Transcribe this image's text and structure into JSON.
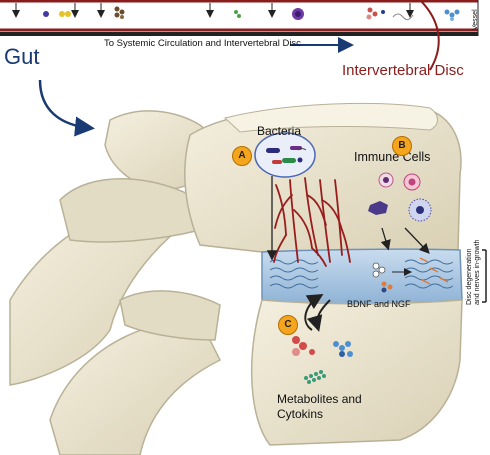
{
  "vessel": {
    "flow_text": "To Systemic Circulation and Intervertebral Disc",
    "side_label": "Vessel"
  },
  "labels": {
    "gut": "Gut",
    "intervertebral_disc": "Intervertebral Disc",
    "bacteria": "Bacteria",
    "immune_cells": "Immune Cells",
    "bdnf_ngf": "BDNF and NGF",
    "metabolites": "Metabolites and\nCytokins",
    "disc_degeneration": "Disc degeneration\nand nerves in-growth"
  },
  "markers": {
    "a": "A",
    "b": "B",
    "c": "C"
  },
  "colors": {
    "vessel_border": "#8a1c1c",
    "bone": "#ece6d2",
    "bone_edge": "#b9b197",
    "disc": "#b7d0e6",
    "nerves": "#9a1d1d",
    "marker": "#f3a51d",
    "title_red": "#8a1c1c",
    "arrow_blue": "#1a3a73"
  }
}
